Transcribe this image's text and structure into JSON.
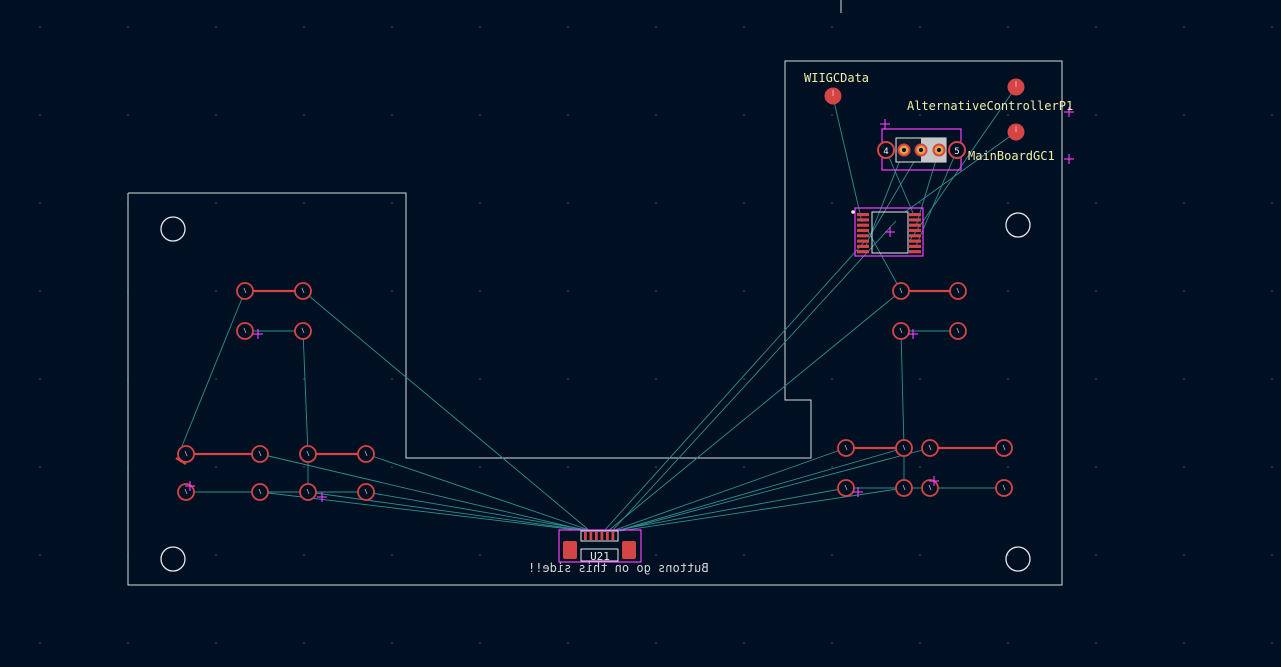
{
  "colors": {
    "background": "#001023",
    "outline": "#d8dcd8",
    "ratsnest": "#2f8f8f",
    "copper": "#d64545",
    "courtyard": "#ff3dff",
    "label": "#f2eea6",
    "grid": "#4a5a6a"
  },
  "labels": {
    "wiigc": "WIIGCData",
    "alt_controller": "AlternativeControllerP1",
    "mainboard": "MainBoardGC1",
    "u21": "U21",
    "buttons_note": "Buttons go on this side!!",
    "connector_pin_left": "4",
    "connector_pin_right": "5"
  }
}
